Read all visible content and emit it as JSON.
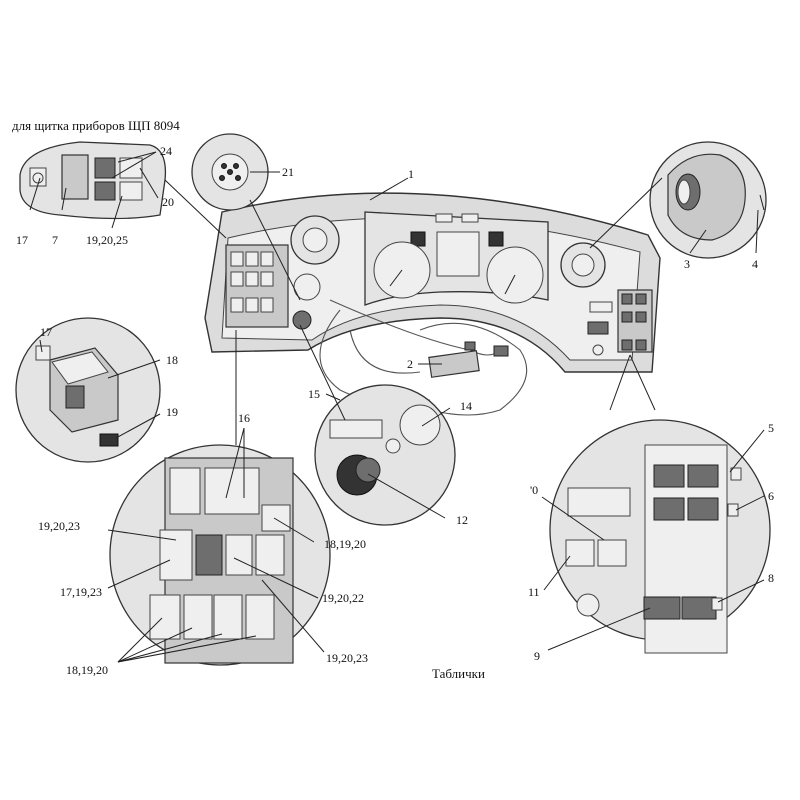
{
  "captions": {
    "top": "для щитка приборов ЩП 8094",
    "bottom": "Таблички"
  },
  "callouts": {
    "c1": "1",
    "c2": "2",
    "c3": "3",
    "c4": "4",
    "c5": "5",
    "c6": "6",
    "c7": "7",
    "c8": "8",
    "c9": "9",
    "c10": "'0",
    "c11": "11",
    "c12": "12",
    "c14": "14",
    "c15": "15",
    "c16": "16",
    "c17a": "17",
    "c17b": "17",
    "c18": "18",
    "c19": "19",
    "c20": "20",
    "c21": "21",
    "c24": "24",
    "c192025": "19,20,25",
    "c192023a": "19,20,23",
    "c192023b": "19,20,23",
    "c181920a": "18,19,20",
    "c181920b": "18,19,20",
    "c171923": "17,19,23",
    "c192022": "19,20,22"
  },
  "colors": {
    "panel": "#dcdcdc",
    "outline": "#333333",
    "background": "#ffffff"
  }
}
